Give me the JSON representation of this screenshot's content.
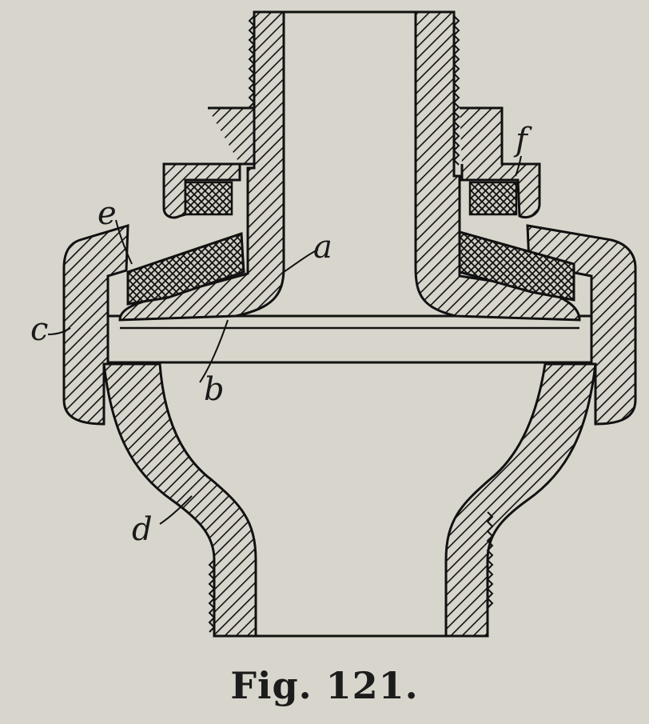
{
  "figure": {
    "caption": "Fig. 121.",
    "labels": {
      "a": "a",
      "b": "b",
      "c": "c",
      "d": "d",
      "e": "e",
      "f": "f"
    },
    "colors": {
      "paper": "#d8d6cc",
      "ink": "#111111",
      "packing_fill": "#cfcdc2"
    }
  }
}
